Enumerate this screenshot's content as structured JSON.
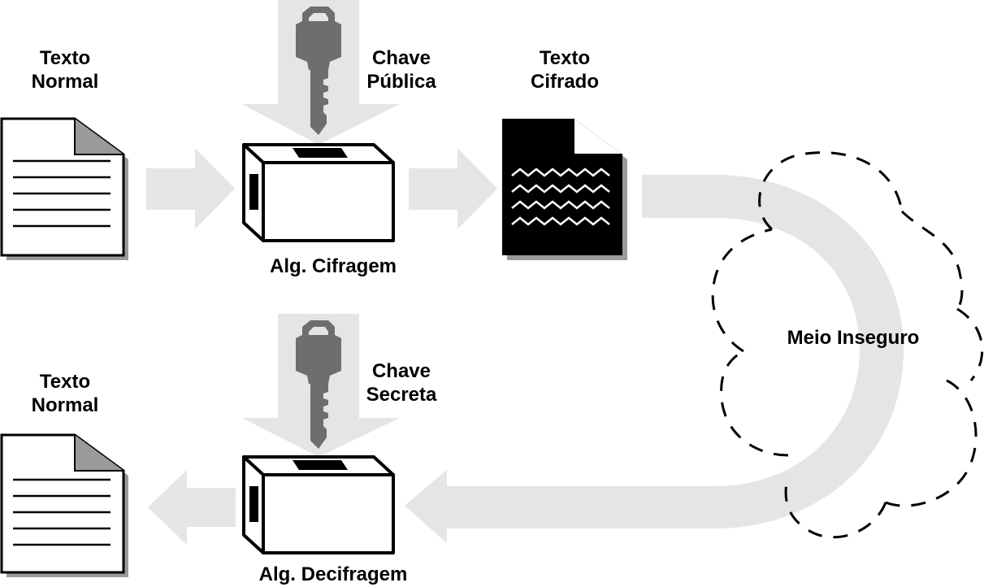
{
  "labels": {
    "plaintext_top_line1": "Texto",
    "plaintext_top_line2": "Normal",
    "public_key_line1": "Chave",
    "public_key_line2": "Pública",
    "ciphertext_line1": "Texto",
    "ciphertext_line2": "Cifrado",
    "encrypt_algorithm": "Alg. Cifragem",
    "insecure_medium": "Meio Inseguro",
    "secret_key_line1": "Chave",
    "secret_key_line2": "Secreta",
    "plaintext_bottom_line1": "Texto",
    "plaintext_bottom_line2": "Normal",
    "decrypt_algorithm": "Alg. Decifragem"
  },
  "colors": {
    "arrow_fill": "#e5e5e5",
    "key_fill": "#6e6e6e",
    "document_shadow": "#9a9a9a",
    "cipher_doc_fill": "#000000",
    "cloud_stroke": "#000000"
  }
}
